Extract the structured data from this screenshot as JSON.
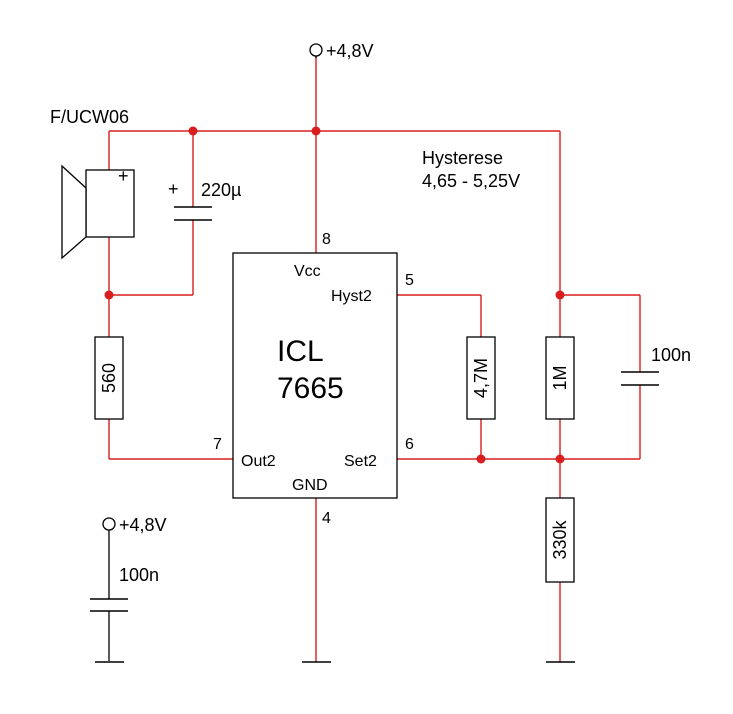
{
  "colors": {
    "wire": "#d81e1e",
    "component": "#000000",
    "junction": "#d81e1e"
  },
  "ic": {
    "name_line1": "ICL",
    "name_line2": "7665",
    "pin_vcc": "Vcc",
    "pin_gnd": "GND",
    "pin_hyst2": "Hyst2",
    "pin_out2": "Out2",
    "pin_set2": "Set2"
  },
  "pins": {
    "p8": "8",
    "p5": "5",
    "p7": "7",
    "p6": "6",
    "p4": "4"
  },
  "supply": {
    "top_label": "+4,8V",
    "bottom_label": "+4,8V"
  },
  "speaker": {
    "label": "F/UCW06",
    "polarity": "+"
  },
  "caps": {
    "c_220": "220µ",
    "c_220_polarity": "+",
    "c_100n_right": "100n",
    "c_100n_left": "100n"
  },
  "resistors": {
    "r_560": "560",
    "r_4_7m": "4,7M",
    "r_1m": "1M",
    "r_330k": "330k"
  },
  "hysteresis": {
    "title": "Hysterese",
    "range": "4,65 - 5,25V"
  }
}
